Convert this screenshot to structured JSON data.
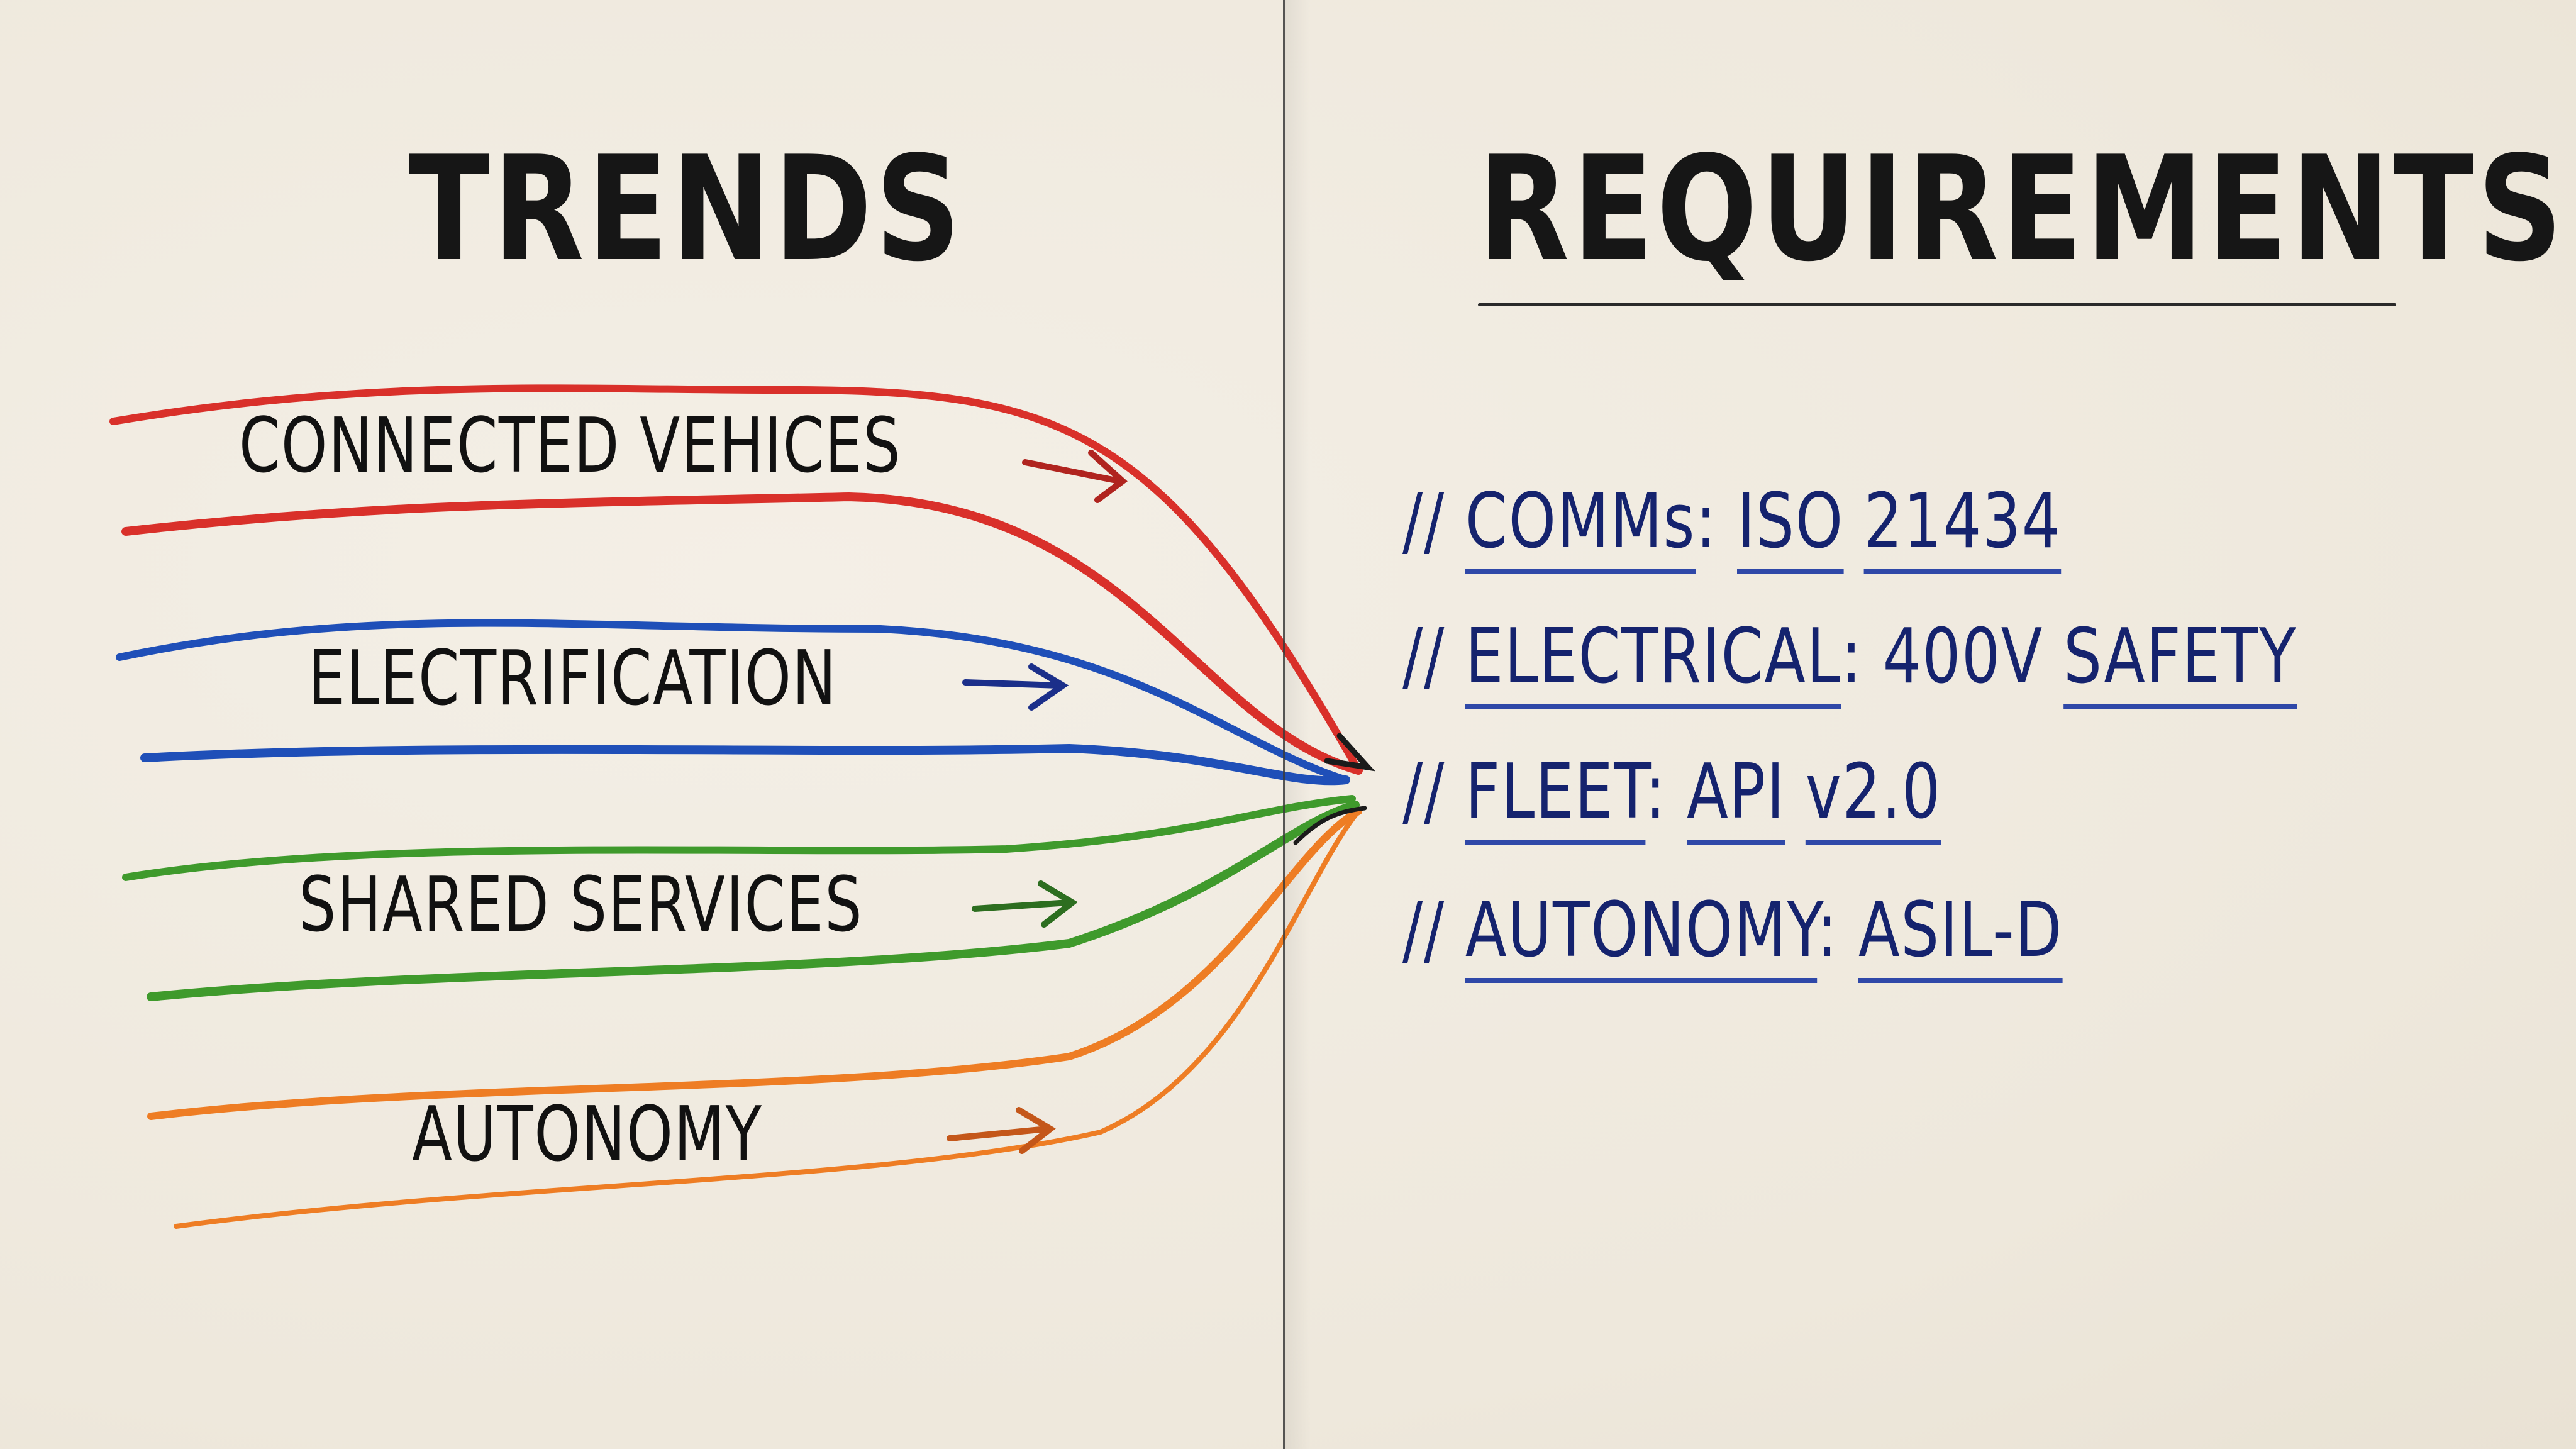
{
  "titles": {
    "left": "TRENDS",
    "right": "REQUIREMENTS"
  },
  "trends": [
    {
      "label": "CONNECTED VEHICES",
      "color": "#d9302a"
    },
    {
      "label": "ELECTRIFICATION",
      "color": "#1f4fb8"
    },
    {
      "label": "SHARED SERVICES",
      "color": "#3f9a2c"
    },
    {
      "label": "AUTONOMY",
      "color": "#ee7d24"
    }
  ],
  "requirements": [
    {
      "prefix": "//",
      "key": "COMMs",
      "sep": ":",
      "value1": "ISO",
      "value2": "21434"
    },
    {
      "prefix": "//",
      "key": "ELECTRICAL",
      "sep": ":",
      "value1": "400V",
      "value2": "SAFETY"
    },
    {
      "prefix": "//",
      "key": "FLEET",
      "sep": ":",
      "value1": "API",
      "value2": "v2.0"
    },
    {
      "prefix": "//",
      "key": "AUTONOMY",
      "sep": ":",
      "value1": "ASIL-D",
      "value2": ""
    }
  ],
  "colors": {
    "paper": "#f1ece2",
    "ink_black": "#161616",
    "ink_blue": "#15236e"
  }
}
